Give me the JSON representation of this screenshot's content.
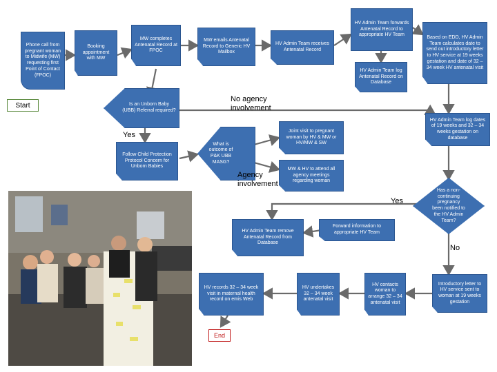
{
  "nodes": {
    "phone_call": "Phone call from pregnant woman to Midwife (MW) requesting first Point of Contact (FPOC)",
    "booking": "Booking appointment with MW",
    "mw_completes": "MW completes Antenatal Record at FPOC",
    "mw_emails": "MW emails Antenatal Record to Generic HV Mailbox",
    "hv_receives": "HV Admin Team receives Antenatal Record",
    "hv_forwards": "HV Admin Team forwards Antenatal Record to appropriate HV Team",
    "hv_log_db": "HV Admin Team log Antenatal Record on Database",
    "edd_calc": "Based on EDD, HV Admin Team calculates date to send out introductory letter to HV service at 19 weeks gestation and date of 32 – 34 week HV antenatal visit",
    "unborn_q": "Is an Unborn Baby (UBB) Referral required?",
    "follow_child": "Follow Child Protection Protocol Concern for Unborn Babies",
    "outcome_q": "What is outcome of P&K UBB MASG?",
    "joint_visit": "Joint visit to pregnant woman by HV & MW or HV/MW & SW",
    "mw_hv_attend": "MW & HV to attend all agency meetings regarding woman",
    "hv_log_dates": "HV Admin Team log dates of 19 weeks and 32 – 34 weeks gestation on database",
    "non_continuing": "Has a non-continuing pregnancy been notified to the HV Admin Team?",
    "forward_info": "Forward information to appropriate HV Team",
    "hv_remove": "HV Admin Team remove Antenatal Record from Database",
    "hv_records": "HV records 32 – 34 week visit in maternal health record on emis Web",
    "hv_undertakes": "HV undertakes 32 – 34 week antenatal visit",
    "hv_contacts": "HV contacts woman to arrange 32 – 34 antenatal visit",
    "intro_letter": "Introductory letter to HV service sent to woman at 19 weeks gestation"
  },
  "labels": {
    "start": "Start",
    "end": "End",
    "no_agency": "No agency involvement",
    "yes_1": "Yes",
    "agency": "Agency involvement",
    "yes_2": "Yes",
    "no_2": "No"
  },
  "colors": {
    "node_fill": "#3d6fb1",
    "node_border": "#2a5590",
    "arrow": "#6a6a6a",
    "start_border": "#58883a",
    "end_border": "#c01818"
  }
}
